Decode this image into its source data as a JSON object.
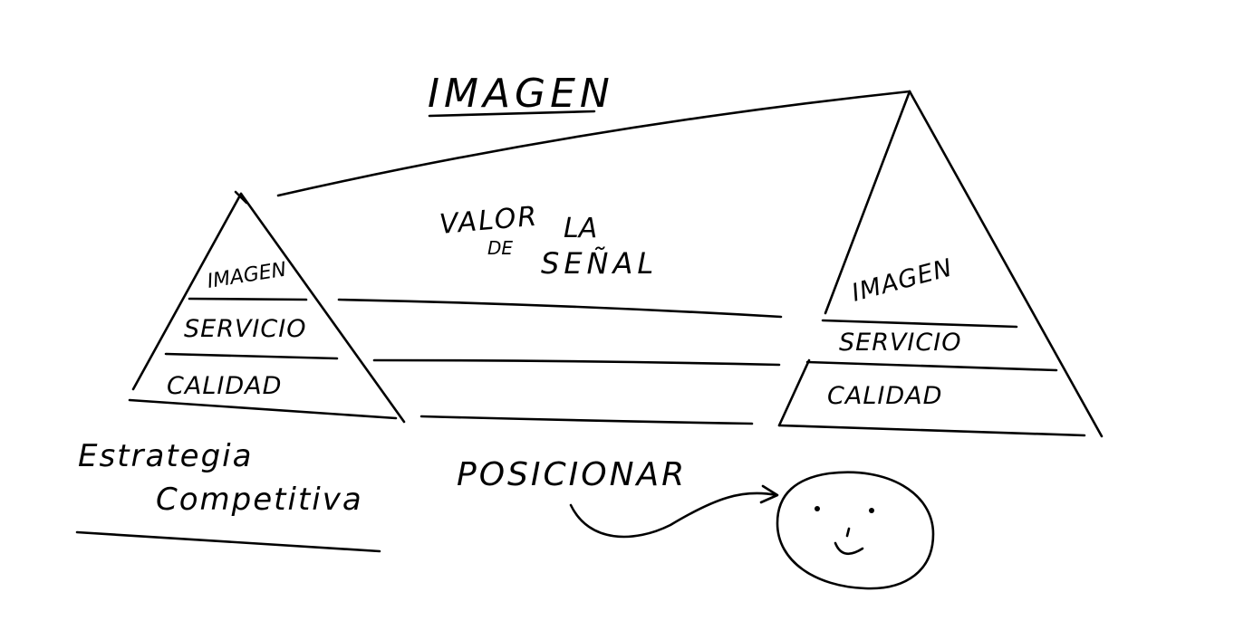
{
  "title": "IMAGEN",
  "left_pyramid": {
    "tiers": [
      "IMAGEN",
      "SERVICIO",
      "CALIDAD"
    ]
  },
  "right_pyramid": {
    "tiers": [
      "IMAGEN",
      "SERVICIO",
      "CALIDAD"
    ]
  },
  "signal_value": {
    "line1": "VALOR",
    "line2": "DE",
    "line3": "LA",
    "line4": "SEÑAL"
  },
  "strategy": {
    "line1": "Estrategia",
    "line2": "Competitiva"
  },
  "position_label": "POSICIONAR",
  "icons": {
    "face": "smiley-face-icon",
    "arrow": "curved-arrow-icon"
  },
  "colors": {
    "ink": "#000000",
    "background": "#ffffff"
  }
}
